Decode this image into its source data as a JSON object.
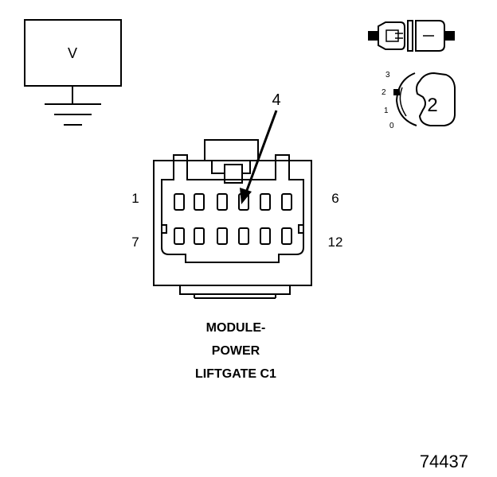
{
  "meter": {
    "label": "V"
  },
  "selector": {
    "positions": [
      "3",
      "2",
      "1",
      "0"
    ],
    "selected_value": "2"
  },
  "connector": {
    "pin_pointer_label": "4",
    "pin_top_left": "1",
    "pin_top_right": "6",
    "pin_bottom_left": "7",
    "pin_bottom_right": "12",
    "title_lines": [
      "MODULE-",
      "POWER",
      "LIFTGATE C1"
    ]
  },
  "figure_number": "74437"
}
